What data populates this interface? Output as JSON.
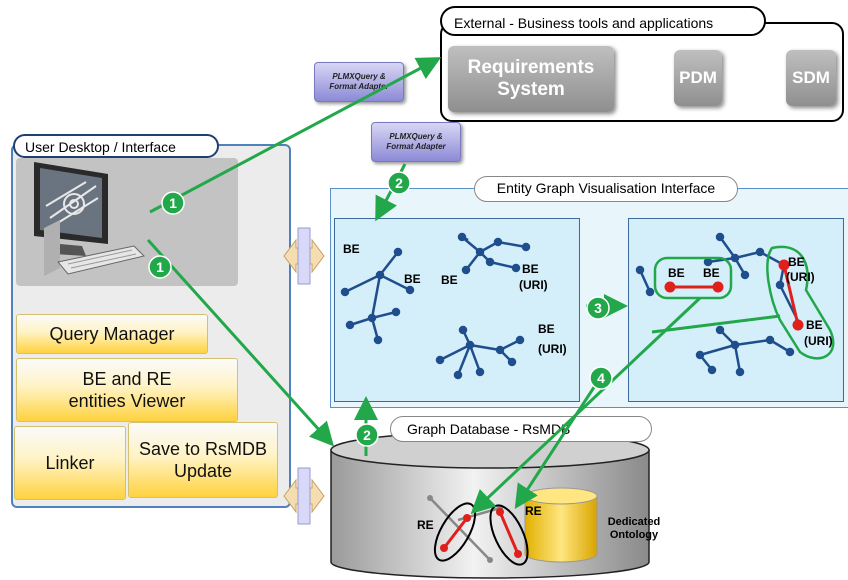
{
  "external": {
    "title": "External - Business tools and applications",
    "requirements_line1": "Requirements",
    "requirements_line2": "System",
    "pdm": "PDM",
    "sdm": "SDM"
  },
  "adapters": {
    "adapter1_line1": "PLMXQuery &",
    "adapter1_line2": "Format Adapter",
    "adapter2_line1": "PLMXQuery &",
    "adapter2_line2": "Format Adapter"
  },
  "user_panel": {
    "title": "User Desktop / Interface",
    "query_manager": "Query Manager",
    "viewer_line1": "BE and RE",
    "viewer_line2": "entities Viewer",
    "linker": "Linker",
    "save_line1": "Save to RsMDB",
    "save_line2": "Update"
  },
  "graph_panel": {
    "title": "Entity Graph Visualisation Interface",
    "be": "BE",
    "uri": "(URI)"
  },
  "database": {
    "title": "Graph Database - RsMDB",
    "re": "RE",
    "ontology_line1": "Dedicated",
    "ontology_line2": "Ontology"
  },
  "steps": {
    "s1": "1",
    "s2": "2",
    "s3": "3",
    "s4": "4"
  },
  "colors": {
    "arrow_green": "#22a84a",
    "node_blue": "#1f4e8c",
    "link_red": "#e0201a",
    "panel_blue": "#4f81bd"
  }
}
